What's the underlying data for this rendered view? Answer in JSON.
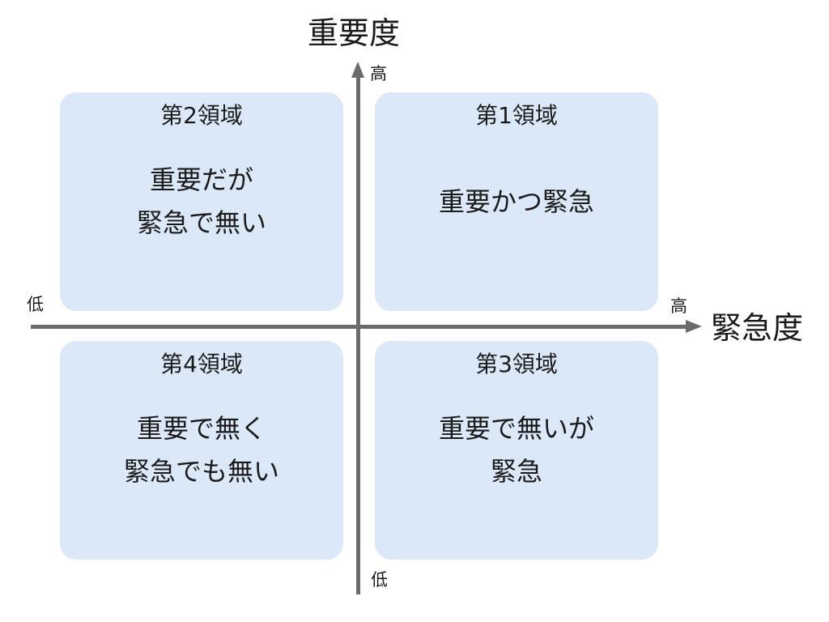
{
  "axes": {
    "y": {
      "title": "重要度",
      "high": "高",
      "low": "低"
    },
    "x": {
      "title": "緊急度",
      "high": "高",
      "low": "低"
    }
  },
  "quadrants": {
    "q1": {
      "title": "第1領域",
      "lines": [
        "重要かつ緊急"
      ]
    },
    "q2": {
      "title": "第2領域",
      "lines": [
        "重要だが",
        "緊急で無い"
      ]
    },
    "q3": {
      "title": "第3領域",
      "lines": [
        "重要で無いが",
        "緊急"
      ]
    },
    "q4": {
      "title": "第4領域",
      "lines": [
        "重要で無く",
        "緊急でも無い"
      ]
    }
  },
  "colors": {
    "quadrant_fill": "#dbe8f8",
    "axis": "#6b6b6b",
    "text": "#1a1a1a"
  }
}
